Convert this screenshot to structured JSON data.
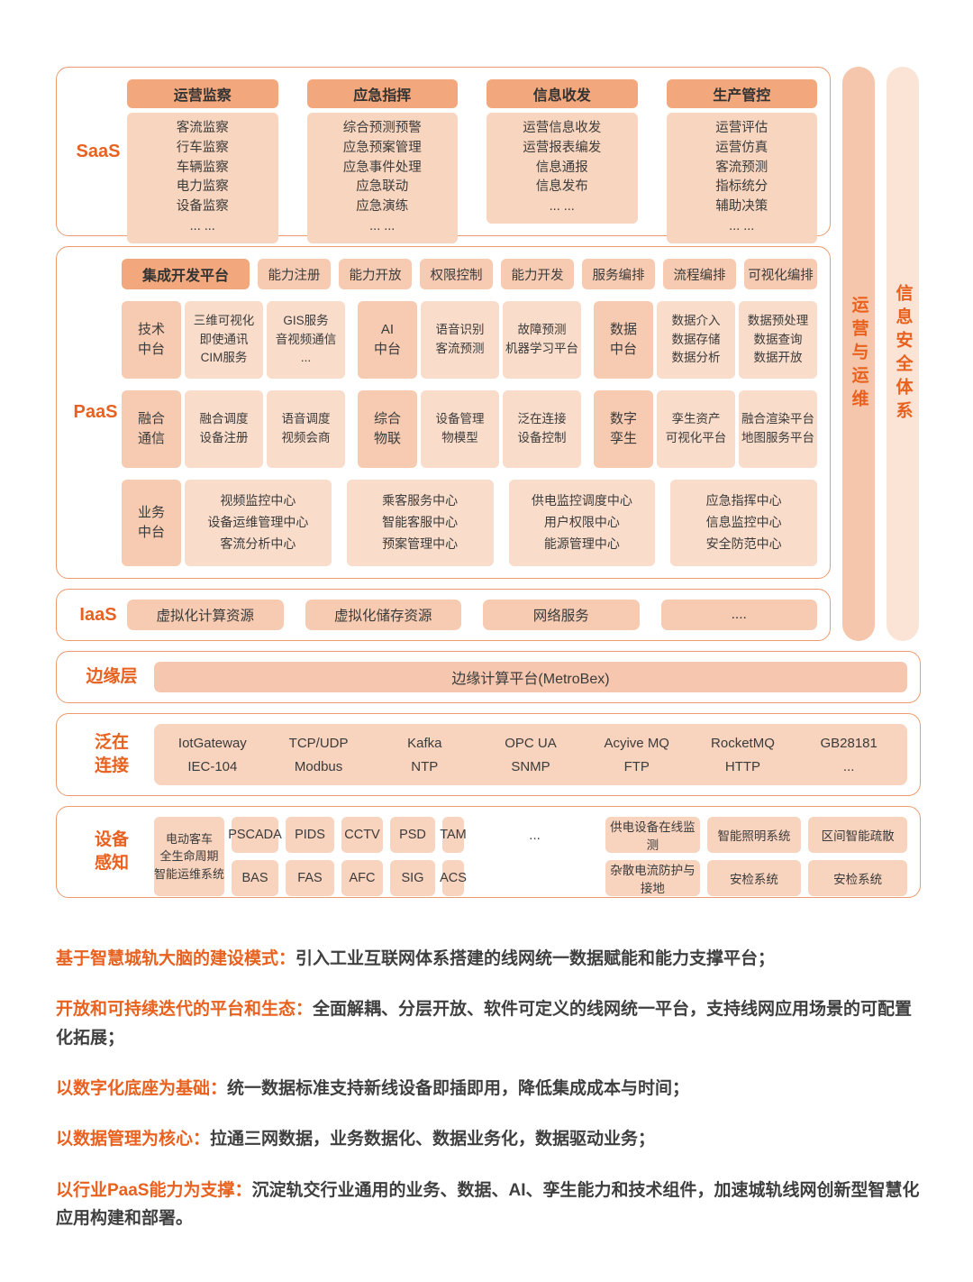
{
  "colors": {
    "accent": "#E8611F",
    "border": "#EE9A6C",
    "header_fill": "#F2A77C",
    "box_fill": "#F6CBB2",
    "light_fill": "#F9DCCA"
  },
  "sidebars": {
    "ops": "运营与运维",
    "security": "信息安全体系"
  },
  "saas": {
    "label": "SaaS",
    "cards": [
      {
        "title": "运营监察",
        "items": [
          "客流监察",
          "行车监察",
          "车辆监察",
          "电力监察",
          "设备监察",
          "... ..."
        ]
      },
      {
        "title": "应急指挥",
        "items": [
          "综合预测预警",
          "应急预案管理",
          "应急事件处理",
          "应急联动",
          "应急演练",
          "... ..."
        ]
      },
      {
        "title": "信息收发",
        "items": [
          "运营信息收发",
          "运营报表编发",
          "信息通报",
          "信息发布",
          "... ..."
        ]
      },
      {
        "title": "生产管控",
        "items": [
          "运营评估",
          "运营仿真",
          "客流预测",
          "指标统分",
          "辅助决策",
          "... ..."
        ]
      }
    ]
  },
  "paas": {
    "label": "PaaS",
    "integration": {
      "title": "集成开发平台",
      "pills": [
        "能力注册",
        "能力开放",
        "权限控制",
        "能力开发",
        "服务编排",
        "流程编排",
        "可视化编排"
      ]
    },
    "tech_row": [
      {
        "label": "技术\n中台",
        "boxes": [
          [
            "三维可视化",
            "即使通讯",
            "CIM服务"
          ],
          [
            "GIS服务",
            "音视频通信",
            "..."
          ]
        ]
      },
      {
        "label": "AI\n中台",
        "boxes": [
          [
            "语音识别",
            "客流预测"
          ],
          [
            "故障预测",
            "机器学习平台"
          ]
        ]
      },
      {
        "label": "数据\n中台",
        "boxes": [
          [
            "数据介入",
            "数据存储",
            "数据分析"
          ],
          [
            "数据预处理",
            "数据查询",
            "数据开放"
          ]
        ]
      }
    ],
    "fusion_row": [
      {
        "label": "融合\n通信",
        "boxes": [
          [
            "融合调度",
            "设备注册"
          ],
          [
            "语音调度",
            "视频会商"
          ]
        ]
      },
      {
        "label": "综合\n物联",
        "boxes": [
          [
            "设备管理",
            "物模型"
          ],
          [
            "泛在连接",
            "设备控制"
          ]
        ]
      },
      {
        "label": "数字\n孪生",
        "boxes": [
          [
            "孪生资产",
            "可视化平台"
          ],
          [
            "融合渲染平台",
            "地图服务平台"
          ]
        ]
      }
    ],
    "business": {
      "label": "业务\n中台",
      "boxes": [
        [
          "视频监控中心",
          "设备运维管理中心",
          "客流分析中心"
        ],
        [
          "乘客服务中心",
          "智能客服中心",
          "预案管理中心"
        ],
        [
          "供电监控调度中心",
          "用户权限中心",
          "能源管理中心"
        ],
        [
          "应急指挥中心",
          "信息监控中心",
          "安全防范中心"
        ]
      ]
    }
  },
  "iaas": {
    "label": "IaaS",
    "boxes": [
      "虚拟化计算资源",
      "虚拟化储存资源",
      "网络服务",
      "...."
    ]
  },
  "edge": {
    "label": "边缘层",
    "box": "边缘计算平台(MetroBex)"
  },
  "connect": {
    "label": "泛在\n连接",
    "row1": [
      "IotGateway",
      "TCP/UDP",
      "Kafka",
      "OPC UA",
      "Acyive MQ",
      "RocketMQ",
      "GB28181"
    ],
    "row2": [
      "IEC-104",
      "Modbus",
      "NTP",
      "SNMP",
      "FTP",
      "HTTP",
      "..."
    ]
  },
  "device": {
    "label": "设备\n感知",
    "row1_small": [
      "PSCADA",
      "PIDS",
      "CCTV",
      "PSD",
      "TAM"
    ],
    "dots": "...",
    "row1_wide": [
      "供电设备在线监测",
      "智能照明系统",
      "区间智能疏散"
    ],
    "row2_small": [
      "BAS",
      "FAS",
      "AFC",
      "SIG",
      "ACS"
    ],
    "row2_wide": [
      "杂散电流防护与接地",
      "安检系统",
      "安检系统"
    ],
    "tall": [
      "电动客车",
      "全生命周期",
      "智能运维系统"
    ]
  },
  "notes": [
    {
      "lead": "基于智慧城轨大脑的建设模式：",
      "text": "引入工业互联网体系搭建的线网统一数据赋能和能力支撑平台；"
    },
    {
      "lead": "开放和可持续迭代的平台和生态：",
      "text": "全面解耦、分层开放、软件可定义的线网统一平台，支持线网应用场景的可配置化拓展；"
    },
    {
      "lead": "以数字化底座为基础：",
      "text": "统一数据标准支持新线设备即插即用，降低集成成本与时间；"
    },
    {
      "lead": "以数据管理为核心：",
      "text": "拉通三网数据，业务数据化、数据业务化，数据驱动业务；"
    },
    {
      "lead": "以行业PaaS能力为支撑：",
      "text": "沉淀轨交行业通用的业务、数据、AI、孪生能力和技术组件，加速城轨线网创新型智慧化应用构建和部署。"
    }
  ]
}
